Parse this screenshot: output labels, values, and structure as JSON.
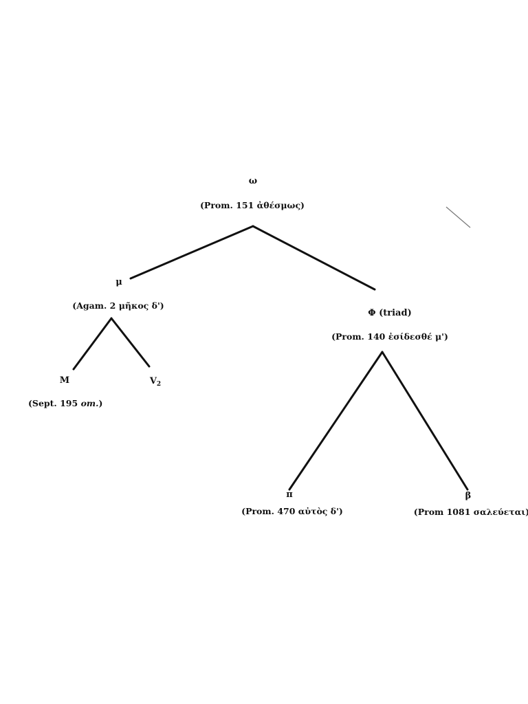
{
  "stemma": {
    "nodes": [
      {
        "id": "omega",
        "siglum": "ω",
        "note": "(Prom. 151 ἀθέσμως)"
      },
      {
        "id": "mu",
        "siglum": "μ",
        "note": "(Agam. 2 μῆκος δ')"
      },
      {
        "id": "phi",
        "siglum": "Φ (triad)",
        "note": "(Prom. 140 ἐσίδεσθέ μ')"
      },
      {
        "id": "M",
        "siglum": "M",
        "note_pre": "(Sept. 195 ",
        "note_em": "om.",
        "note_post": ")"
      },
      {
        "id": "V2",
        "siglum": "V",
        "siglum_sub": "2"
      },
      {
        "id": "pi",
        "siglum": "π",
        "note": "(Prom. 470 αὐτὸς δ')"
      },
      {
        "id": "beta",
        "siglum": "β",
        "note": "(Prom 1081 σαλεύεται)"
      }
    ],
    "edges": [
      [
        "omega",
        "mu"
      ],
      [
        "omega",
        "phi"
      ],
      [
        "mu",
        "M"
      ],
      [
        "mu",
        "V2"
      ],
      [
        "phi",
        "pi"
      ],
      [
        "phi",
        "beta"
      ]
    ],
    "line_color": "#111111"
  }
}
